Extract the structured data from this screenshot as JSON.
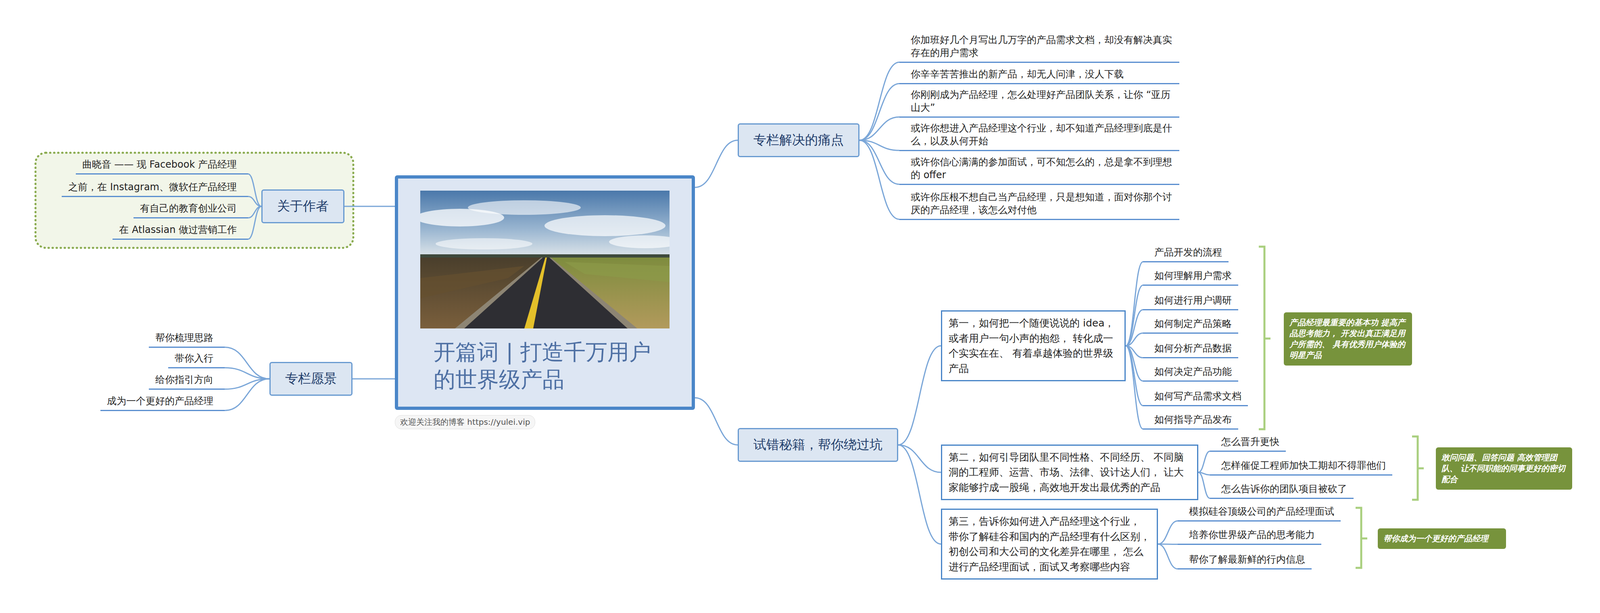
{
  "diagram": {
    "nodes": [
      {
        "text": [
          "开篇词 | 打造千万用户的世界级产品"
        ]
      },
      {
        "text": [
          "关于作者"
        ]
      },
      {
        "text": [
          "曲晓音 —— 现 Facebook 产品经理"
        ]
      },
      {
        "text": [
          "之前，在 Instagram、微软任产品经理"
        ]
      },
      {
        "text": [
          "有自己的教育创业公司"
        ]
      },
      {
        "text": [
          "在 Atlassian 做过营销工作"
        ]
      },
      {
        "text": [
          "专栏愿景"
        ]
      },
      {
        "text": [
          "帮你梳理思路"
        ]
      },
      {
        "text": [
          "带你入行"
        ]
      },
      {
        "text": [
          "给你指引方向"
        ]
      },
      {
        "text": [
          "成为一个更好的产品经理"
        ]
      },
      {
        "text": [
          "专栏解决的痛点"
        ]
      },
      {
        "text": [
          "你加班好几个月写出几万字的产品需求文档，却没有解决真实存在的用户需求"
        ]
      },
      {
        "text": [
          "你辛辛苦苦推出的新产品，却无人问津，没人下载"
        ]
      },
      {
        "text": [
          "你刚刚成为产品经理，怎么处理好产品团队关系，让你 “亚历山大”"
        ]
      },
      {
        "text": [
          "或许你想进入产品经理这个行业，却不知道产品经理到底是什么，以及从何开始"
        ]
      },
      {
        "text": [
          "或许你信心满满的参加面试，可不知怎么的，总是拿不到理想的 offer"
        ]
      },
      {
        "text": [
          "或许你压根不想自己当产品经理，只是想知道，面对你那个讨厌的产品经理，该怎么对付他"
        ]
      },
      {
        "text": [
          "试错秘籍，帮你绕过坑"
        ]
      },
      {
        "text": [
          "第一，如何把一个随便说说的 idea， 或者用户一句小声的抱怨， 转化成一个实实在在、 有着卓越体验的世界级产品"
        ]
      },
      {
        "text": [
          "产品开发的流程"
        ]
      },
      {
        "text": [
          "如何理解用户需求"
        ]
      },
      {
        "text": [
          "如何进行用户调研"
        ]
      },
      {
        "text": [
          "如何制定产品策略"
        ]
      },
      {
        "text": [
          "如何分析产品数据"
        ]
      },
      {
        "text": [
          "如何决定产品功能"
        ]
      },
      {
        "text": [
          "如何写产品需求文档"
        ]
      },
      {
        "text": [
          "如何指导产品发布"
        ]
      },
      {
        "text": [
          "产品经理最重要的基本功 提高产品思考能力， 开发出真正满足用户所需的、 具有优秀用户体验的明星产品"
        ]
      },
      {
        "text": [
          "第二，如何引导团队里不同性格、不同经历、 不同脑洞的工程师、运营、市场、法律、设计达人们， 让大家能够拧成一股绳，高效地开发出最优秀的产品"
        ]
      },
      {
        "text": [
          "怎么晋升更快"
        ]
      },
      {
        "text": [
          "怎样催促工程师加快工期却不得罪他们"
        ]
      },
      {
        "text": [
          "怎么告诉你的团队项目被砍了"
        ]
      },
      {
        "text": [
          "敢问问题、回答问题 高效管理团队、 让不同职能的同事更好的密切配合"
        ]
      },
      {
        "text": [
          "第三，告诉你如何进入产品经理这个行业， 带你了解硅谷和国内的产品经理有什么区别， 初创公司和大公司的文化差异在哪里， 怎么进行产品经理面试，面试又考察哪些内容"
        ]
      },
      {
        "text": [
          "模拟硅谷顶级公司的产品经理面试"
        ]
      },
      {
        "text": [
          "培养你世界级产品的思考能力"
        ]
      },
      {
        "text": [
          "帮你了解最新鲜的行内信息"
        ]
      },
      {
        "text": [
          "帮你成为一个更好的产品经理"
        ]
      }
    ],
    "edges": [
      {
        "from": 0,
        "to": 1,
        "arrow": "none"
      },
      {
        "from": 1,
        "to": 2,
        "arrow": "none"
      },
      {
        "from": 1,
        "to": 3,
        "arrow": "none"
      },
      {
        "from": 1,
        "to": 4,
        "arrow": "none"
      },
      {
        "from": 1,
        "to": 5,
        "arrow": "none"
      },
      {
        "from": 0,
        "to": 6,
        "arrow": "none"
      },
      {
        "from": 6,
        "to": 7,
        "arrow": "none"
      },
      {
        "from": 6,
        "to": 8,
        "arrow": "none"
      },
      {
        "from": 6,
        "to": 9,
        "arrow": "none"
      },
      {
        "from": 6,
        "to": 10,
        "arrow": "none"
      },
      {
        "from": 0,
        "to": 11,
        "arrow": "none"
      },
      {
        "from": 11,
        "to": 12,
        "arrow": "none"
      },
      {
        "from": 11,
        "to": 13,
        "arrow": "none"
      },
      {
        "from": 11,
        "to": 14,
        "arrow": "none"
      },
      {
        "from": 11,
        "to": 15,
        "arrow": "none"
      },
      {
        "from": 11,
        "to": 16,
        "arrow": "none"
      },
      {
        "from": 11,
        "to": 17,
        "arrow": "none"
      },
      {
        "from": 0,
        "to": 18,
        "arrow": "none"
      },
      {
        "from": 18,
        "to": 19,
        "arrow": "none"
      },
      {
        "from": 19,
        "to": 20,
        "arrow": "none"
      },
      {
        "from": 19,
        "to": 21,
        "arrow": "none"
      },
      {
        "from": 19,
        "to": 22,
        "arrow": "none"
      },
      {
        "from": 19,
        "to": 23,
        "arrow": "none"
      },
      {
        "from": 19,
        "to": 24,
        "arrow": "none"
      },
      {
        "from": 19,
        "to": 25,
        "arrow": "none"
      },
      {
        "from": 19,
        "to": 26,
        "arrow": "none"
      },
      {
        "from": 19,
        "to": 27,
        "arrow": "none"
      },
      {
        "from": 18,
        "to": 29,
        "arrow": "none"
      },
      {
        "from": 29,
        "to": 30,
        "arrow": "none"
      },
      {
        "from": 29,
        "to": 31,
        "arrow": "none"
      },
      {
        "from": 29,
        "to": 32,
        "arrow": "none"
      },
      {
        "from": 18,
        "to": 34,
        "arrow": "none"
      },
      {
        "from": 34,
        "to": 35,
        "arrow": "none"
      },
      {
        "from": 34,
        "to": 36,
        "arrow": "none"
      },
      {
        "from": 34,
        "to": 37,
        "arrow": "none"
      }
    ],
    "labels": [
      "欢迎关注我的博客 https://yulei.vip"
    ]
  }
}
